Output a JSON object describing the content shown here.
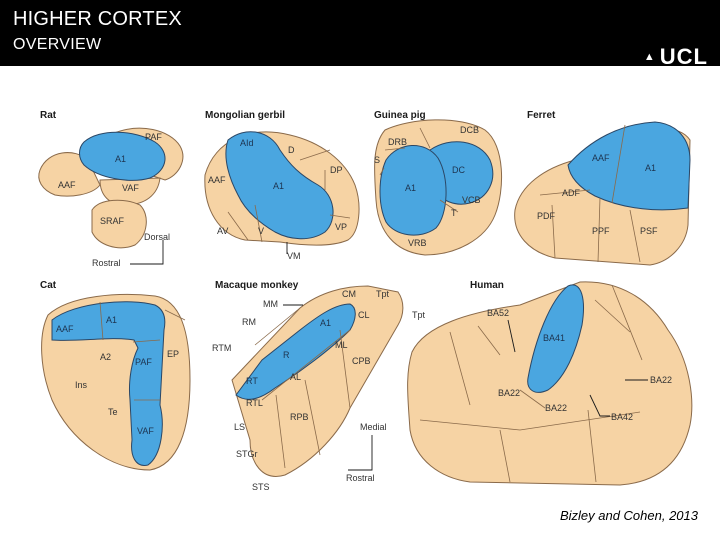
{
  "header": {
    "title": "HIGHER CORTEX",
    "subtitle": "OVERVIEW",
    "logo": "UCL"
  },
  "credit": "Bizley and Cohen, 2013",
  "colors": {
    "core": "#4aa6e0",
    "belt": "#f6d3a4",
    "outline": "#2b4766",
    "header_bg": "#000000"
  },
  "panels": {
    "rat": {
      "title": "Rat",
      "labels": {
        "paf": "PAF",
        "a1": "A1",
        "aaf": "AAF",
        "vaf": "VAF",
        "sraf": "SRAF",
        "dorsal": "Dorsal",
        "rostral": "Rostral"
      }
    },
    "gerbil": {
      "title": "Mongolian gerbil",
      "labels": {
        "aid": "AId",
        "d": "D",
        "dp": "DP",
        "aaf": "AAF",
        "a1": "A1",
        "av": "AV",
        "v": "V",
        "vp": "VP",
        "vm": "VM"
      }
    },
    "guinea": {
      "title": "Guinea pig",
      "labels": {
        "drb": "DRB",
        "dcb": "DCB",
        "s": "S",
        "dc": "DC",
        "a1": "A1",
        "vcb": "VCB",
        "t": "T",
        "vrb": "VRB"
      }
    },
    "ferret": {
      "title": "Ferret",
      "labels": {
        "aaf": "AAF",
        "a1": "A1",
        "adf": "ADF",
        "pdf": "PDF",
        "ppf": "PPF",
        "psf": "PSF"
      }
    },
    "cat": {
      "title": "Cat",
      "labels": {
        "aaf": "AAF",
        "a1": "A1",
        "a2": "A2",
        "paf": "PAF",
        "ep": "EP",
        "ins": "Ins",
        "te": "Te",
        "vaf": "VAF"
      }
    },
    "macaque": {
      "title": "Macaque monkey",
      "labels": {
        "mm": "MM",
        "cm": "CM",
        "tpt1": "Tpt",
        "tpt2": "Tpt",
        "rm": "RM",
        "a1": "A1",
        "cl": "CL",
        "rtm": "RTM",
        "r": "R",
        "ml": "ML",
        "rt": "RT",
        "al": "AL",
        "cpb": "CPB",
        "rtl": "RTL",
        "rpb": "RPB",
        "ls": "LS",
        "stgr": "STGr",
        "sts": "STS",
        "medial": "Medial",
        "rostral": "Rostral"
      }
    },
    "human": {
      "title": "Human",
      "labels": {
        "ba52": "BA52",
        "ba41": "BA41",
        "ba22a": "BA22",
        "ba22b": "BA22",
        "ba22c": "BA22",
        "ba42": "BA42"
      }
    }
  }
}
